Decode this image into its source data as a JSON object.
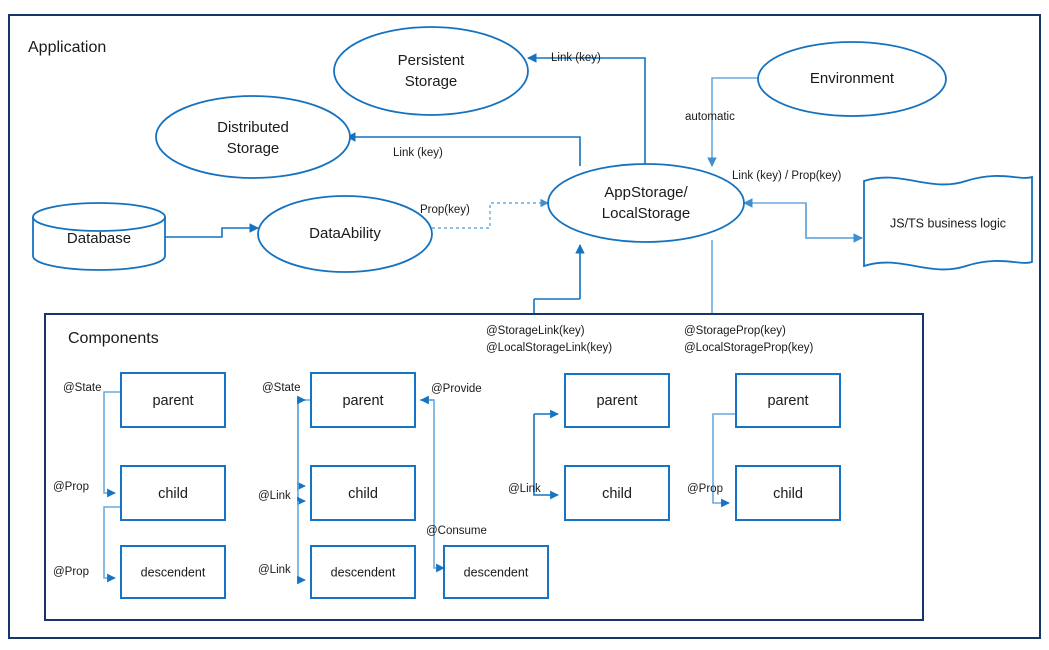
{
  "diagram": {
    "title": "Application",
    "sections": {
      "application_label": "Application",
      "components_label": "Components"
    },
    "nodes": {
      "persistent_storage": "Persistent\nStorage",
      "persistent_storage_line1": "Persistent",
      "persistent_storage_line2": "Storage",
      "distributed_storage_line1": "Distributed",
      "distributed_storage_line2": "Storage",
      "database": "Database",
      "data_ability": "DataAbility",
      "app_storage_line1": "AppStorage/",
      "app_storage_line2": "LocalStorage",
      "environment": "Environment",
      "business_logic": "JS/TS business logic"
    },
    "edge_labels": {
      "persistent_link": "Link (key)",
      "distributed_link": "Link (key)",
      "prop_key": "Prop(key)",
      "automatic": "automatic",
      "link_prop": "Link (key) / Prop(key)",
      "storage_link_1": "@StorageLink(key)",
      "storage_link_2": "@LocalStorageLink(key)",
      "storage_prop_1": "@StorageProp(key)",
      "storage_prop_2": "@LocalStorageProp(key)"
    },
    "component_groups": [
      {
        "id": "group-state-prop",
        "boxes": [
          {
            "label": "parent",
            "incoming": "@State"
          },
          {
            "label": "child",
            "incoming": "@Prop"
          },
          {
            "label": "descendent",
            "incoming": "@Prop"
          }
        ]
      },
      {
        "id": "group-link-provide-consume",
        "boxes": [
          {
            "label": "parent",
            "incoming": "@State",
            "secondary": "@Provide"
          },
          {
            "label": "child",
            "incoming": "@Link"
          },
          {
            "label": "descendent",
            "incoming": "@Link"
          },
          {
            "label": "descendent",
            "incoming": "@Consume"
          }
        ]
      },
      {
        "id": "group-storage-link",
        "boxes": [
          {
            "label": "parent",
            "incoming": "@StorageLink(key)"
          },
          {
            "label": "child",
            "incoming": "@Link"
          }
        ]
      },
      {
        "id": "group-storage-prop",
        "boxes": [
          {
            "label": "parent",
            "incoming": "@StorageProp(key)"
          },
          {
            "label": "child",
            "incoming": "@Prop"
          }
        ]
      }
    ],
    "component_labels": {
      "g1_state": "@State",
      "g1_prop_child": "@Prop",
      "g1_prop_desc": "@Prop",
      "g1_parent": "parent",
      "g1_child": "child",
      "g1_descendent": "descendent",
      "g2_state": "@State",
      "g2_provide": "@Provide",
      "g2_link_child": "@Link",
      "g2_link_desc": "@Link",
      "g2_consume": "@Consume",
      "g2_parent": "parent",
      "g2_child": "child",
      "g2_descendent": "descendent",
      "g2_descendent2": "descendent",
      "g3_link": "@Link",
      "g3_parent": "parent",
      "g3_child": "child",
      "g4_prop": "@Prop",
      "g4_parent": "parent",
      "g4_child": "child"
    },
    "colors": {
      "shape_stroke": "#1572bf",
      "box_stroke": "#1575c4",
      "frame_stroke": "#17356b",
      "edge_light": "#6aaadd",
      "text": "#1a1a1a",
      "background": "#ffffff"
    }
  }
}
